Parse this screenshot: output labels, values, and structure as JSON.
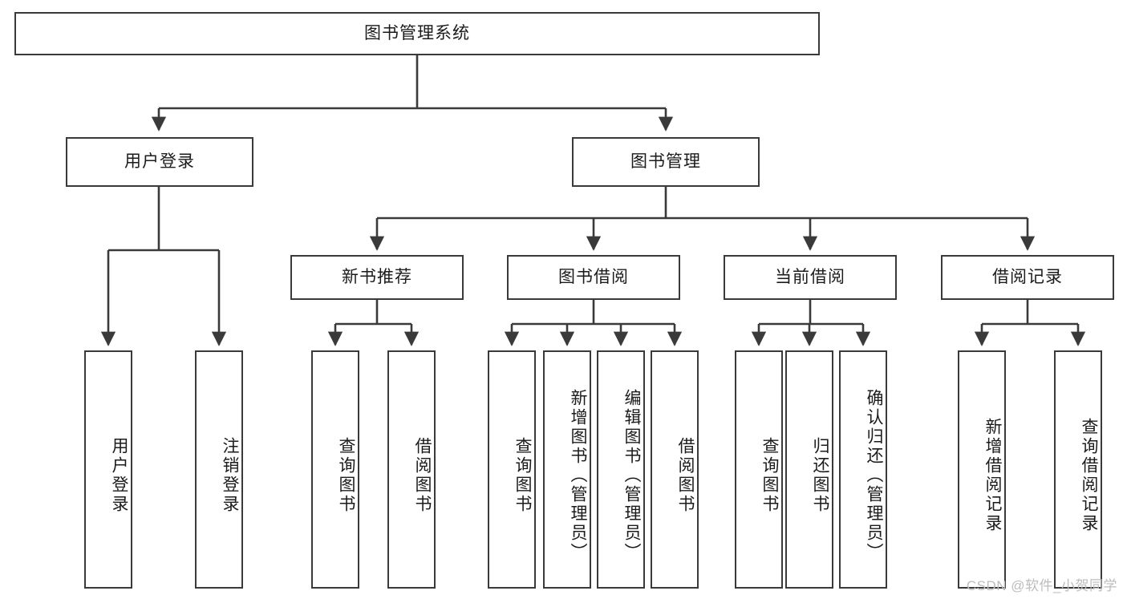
{
  "diagram": {
    "type": "tree-hierarchy-diagram",
    "title": "图书管理系统",
    "stroke_color": "#3a3a3a",
    "fill_color": "#ffffff",
    "text_color": "#1b1b1b",
    "levels": [
      {
        "level": 1,
        "nodes": [
          {
            "id": "root",
            "label": "图书管理系统",
            "orientation": "horizontal"
          }
        ]
      },
      {
        "level": 2,
        "nodes": [
          {
            "id": "login",
            "label": "用户登录",
            "orientation": "horizontal",
            "parent": "root"
          },
          {
            "id": "bookmgmt",
            "label": "图书管理",
            "orientation": "horizontal",
            "parent": "root"
          }
        ]
      },
      {
        "level": 3,
        "nodes": [
          {
            "id": "newbook",
            "label": "新书推荐",
            "orientation": "horizontal",
            "parent": "bookmgmt"
          },
          {
            "id": "borrow",
            "label": "图书借阅",
            "orientation": "horizontal",
            "parent": "bookmgmt"
          },
          {
            "id": "current",
            "label": "当前借阅",
            "orientation": "horizontal",
            "parent": "bookmgmt"
          },
          {
            "id": "records",
            "label": "借阅记录",
            "orientation": "horizontal",
            "parent": "bookmgmt"
          }
        ]
      },
      {
        "level": 4,
        "nodes": [
          {
            "id": "leaf-user-login",
            "label": "用户登录",
            "orientation": "vertical",
            "parent": "login"
          },
          {
            "id": "leaf-user-logout",
            "label": "注销登录",
            "orientation": "vertical",
            "parent": "login"
          },
          {
            "id": "leaf-new-query",
            "label": "查询图书",
            "orientation": "vertical",
            "parent": "newbook"
          },
          {
            "id": "leaf-new-borrow",
            "label": "借阅图书",
            "orientation": "vertical",
            "parent": "newbook"
          },
          {
            "id": "leaf-borrow-query",
            "label": "查询图书",
            "orientation": "vertical",
            "parent": "borrow"
          },
          {
            "id": "leaf-borrow-add",
            "label": "新增图书（管理员）",
            "orientation": "vertical",
            "parent": "borrow"
          },
          {
            "id": "leaf-borrow-edit",
            "label": "编辑图书（管理员）",
            "orientation": "vertical",
            "parent": "borrow"
          },
          {
            "id": "leaf-borrow-lend",
            "label": "借阅图书",
            "orientation": "vertical",
            "parent": "borrow"
          },
          {
            "id": "leaf-current-query",
            "label": "查询图书",
            "orientation": "vertical",
            "parent": "current"
          },
          {
            "id": "leaf-current-return",
            "label": "归还图书",
            "orientation": "vertical",
            "parent": "current"
          },
          {
            "id": "leaf-current-confirm",
            "label": "确认归还（管理员）",
            "orientation": "vertical",
            "parent": "current"
          },
          {
            "id": "leaf-record-add",
            "label": "新增借阅记录",
            "orientation": "vertical",
            "parent": "records"
          },
          {
            "id": "leaf-record-query",
            "label": "查询借阅记录",
            "orientation": "vertical",
            "parent": "records"
          }
        ]
      }
    ]
  },
  "watermark": {
    "text": "CSDN @软件_小贺同学"
  }
}
